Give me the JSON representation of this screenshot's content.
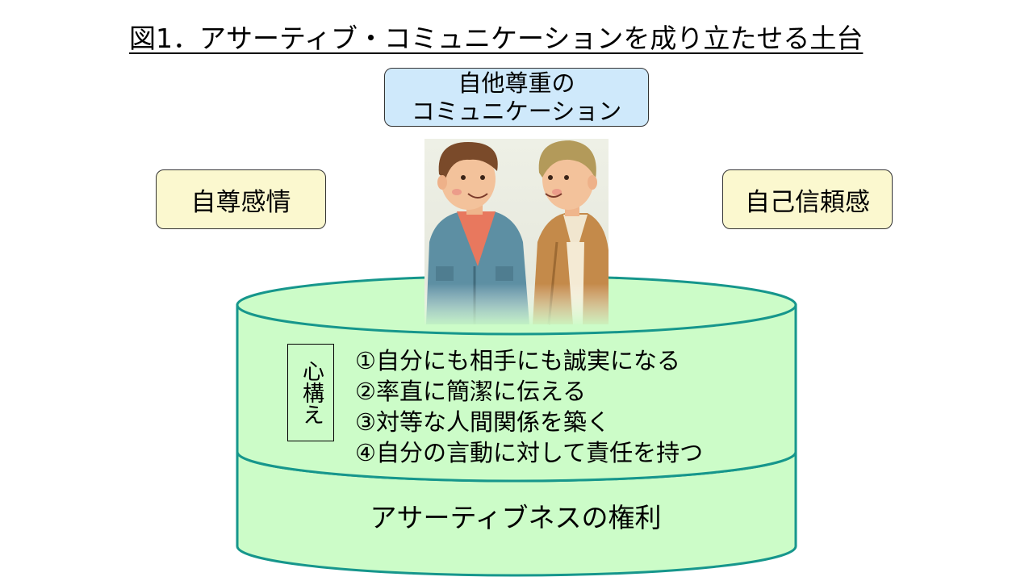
{
  "title": "図1．アサーティブ・コミュニケーションを成り立たせる土台",
  "top_box": {
    "line1": "自他尊重の",
    "line2": "コミュニケーション"
  },
  "left_box": "自尊感情",
  "right_box": "自己信頼感",
  "mindset_label": "心構え",
  "principles": [
    "①自分にも相手にも誠実になる",
    "②率直に簡潔に伝える",
    "③対等な人間関係を築く",
    "④自分の言動に対して責任を持つ"
  ],
  "foundation_label": "アサーティブネスの権利",
  "colors": {
    "cylinder_fill": "#ccfcc8",
    "cylinder_stroke": "#16968c",
    "top_box_fill": "#cfe9fb",
    "side_box_fill": "#fbf8cf"
  }
}
